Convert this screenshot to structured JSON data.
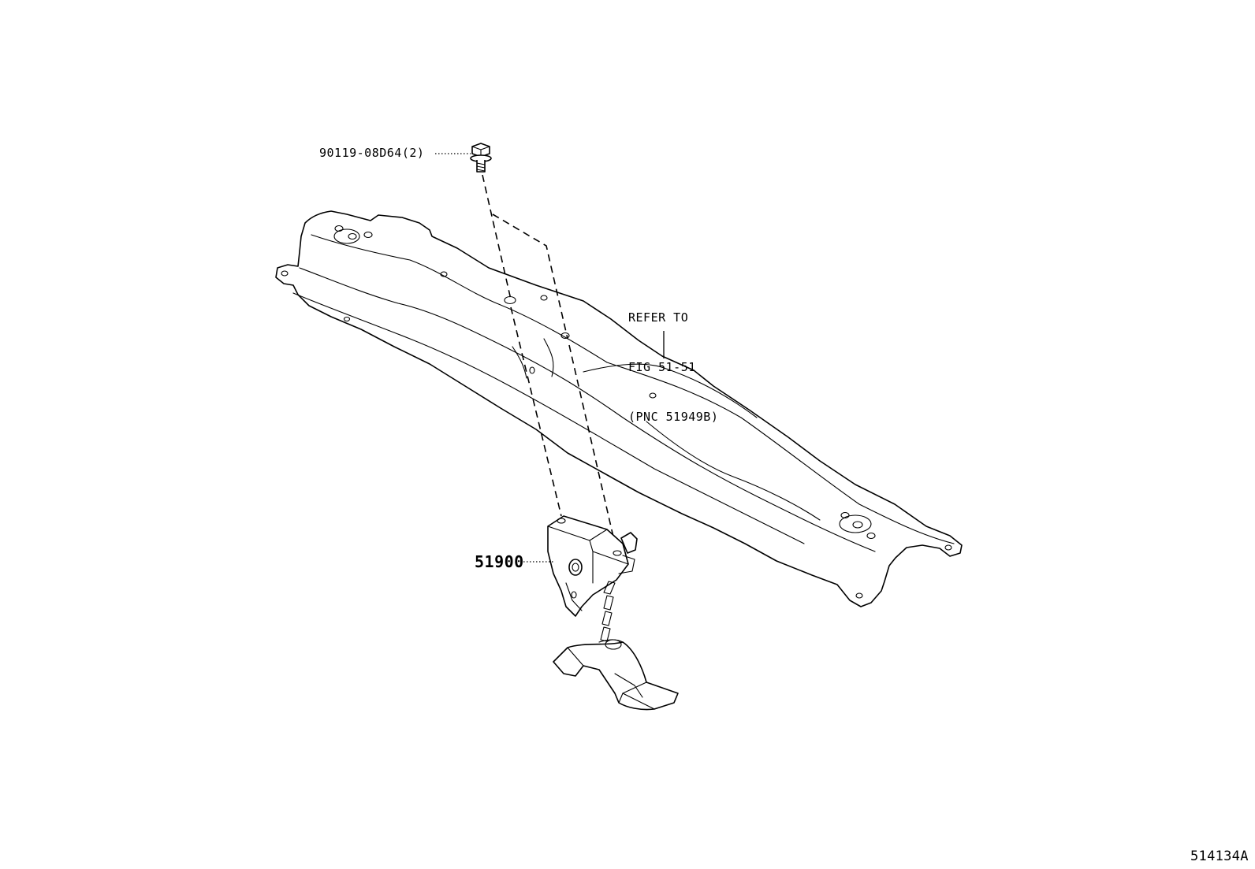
{
  "callouts": {
    "bolt_part": "90119-08D64(2)",
    "carrier_part": "51900",
    "refer_line1": "REFER TO",
    "refer_line2": "FIG 51-51",
    "refer_line3": "(PNC 51949B)"
  },
  "figure_code": "514134A",
  "icons": {
    "bolt": "flange-bolt-icon",
    "crossmember": "crossmember-panel-icon",
    "carrier": "spare-tire-carrier-icon",
    "hanger": "tire-hanger-icon"
  }
}
